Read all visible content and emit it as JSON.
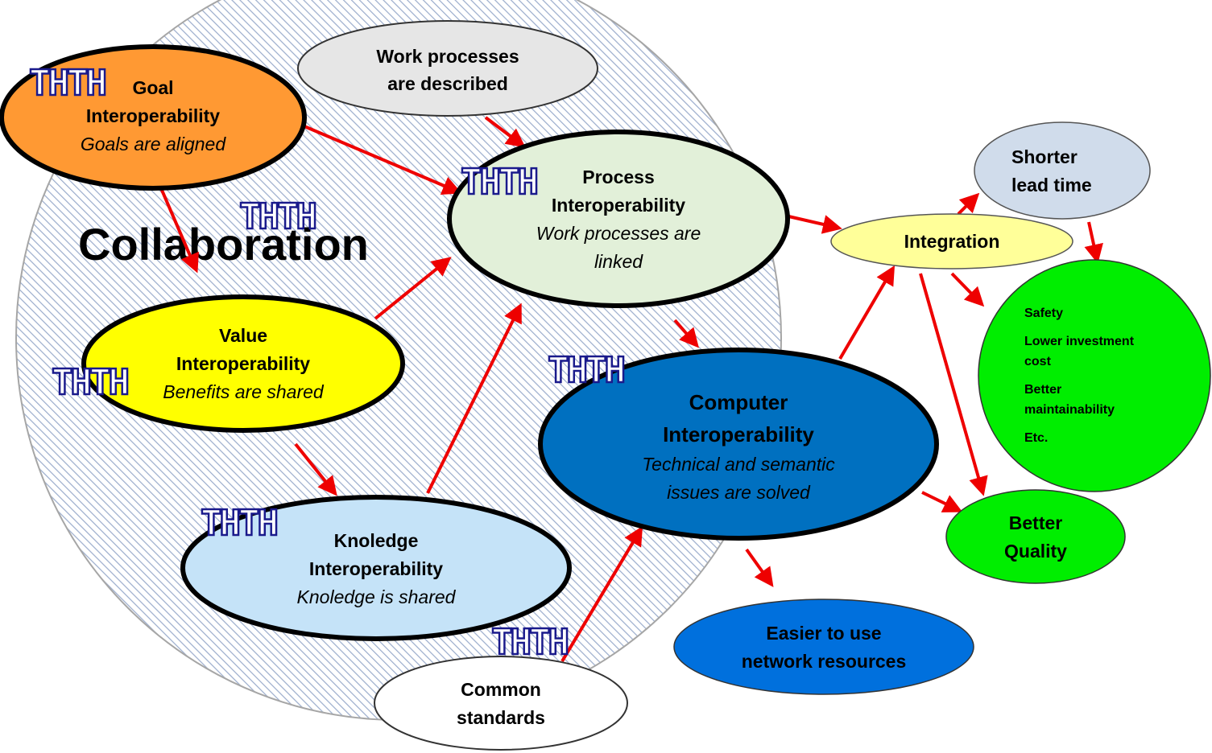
{
  "collaboration": {
    "title": "Collaboration"
  },
  "work_processes": {
    "line1": "Work processes",
    "line2": "are described"
  },
  "goal": {
    "line1": "Goal",
    "line2": "Interoperability",
    "subtitle": "Goals are aligned",
    "color": "#ff9933"
  },
  "process": {
    "line1": "Process",
    "line2": "Interoperability",
    "subtitle1": "Work processes are",
    "subtitle2": "linked",
    "color": "#e2f0d9"
  },
  "value": {
    "line1": "Value",
    "line2": "Interoperability",
    "subtitle": "Benefits are shared",
    "color": "#ffff00"
  },
  "knowledge": {
    "line1": "Knoledge",
    "line2": "Interoperability",
    "subtitle": "Knoledge is shared",
    "color": "#c5e3f8"
  },
  "computer": {
    "line1": "Computer",
    "line2": "Interoperability",
    "subtitle1": "Technical and semantic",
    "subtitle2": "issues  are solved",
    "color": "#0070c0"
  },
  "common_standards": {
    "line1": "Common",
    "line2": "standards"
  },
  "integration": {
    "label": "Integration",
    "color": "#ffff99"
  },
  "shorter_lead_time": {
    "line1": "Shorter",
    "line2": "lead time",
    "color": "#d0dceb"
  },
  "benefits": {
    "items": [
      "Safety",
      "Lower investment",
      "cost",
      "Better",
      "maintainability",
      "Etc."
    ],
    "color": "#00ee00"
  },
  "better_quality": {
    "line1": "Better",
    "line2": "Quality"
  },
  "network": {
    "line1": "Easier to use",
    "line2": "network resources",
    "color": "#0070dd"
  },
  "marks": {
    "th": "THTH"
  },
  "colors": {
    "arrow": "#ee0000",
    "outline": "#000000"
  }
}
